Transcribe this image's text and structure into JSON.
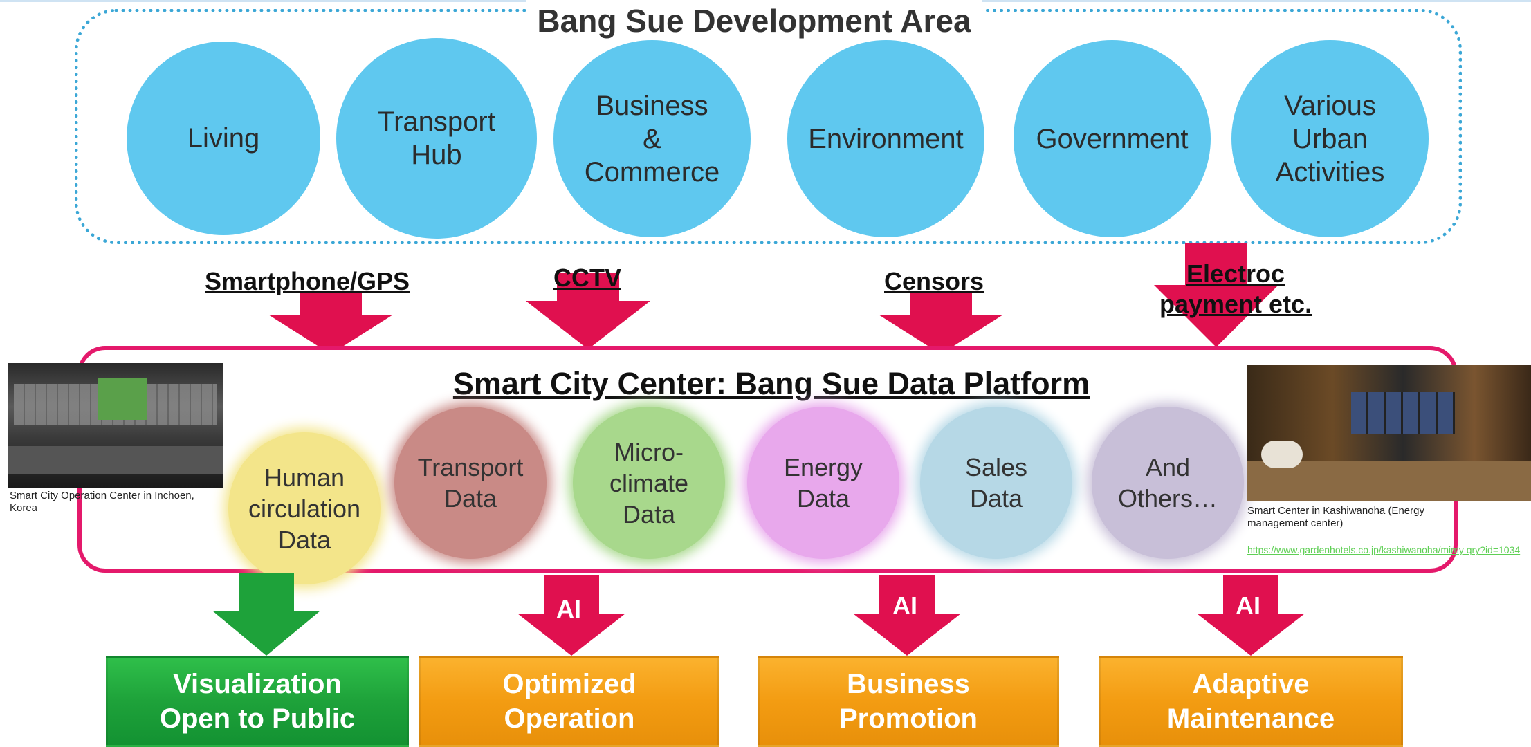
{
  "top_area": {
    "title": "Bang Sue Development Area",
    "circles": [
      {
        "label": "Living"
      },
      {
        "label": "Transport\nHub"
      },
      {
        "label": "Business\n&\nCommerce"
      },
      {
        "label": "Environment"
      },
      {
        "label": "Government"
      },
      {
        "label": "Various\nUrban\nActivities"
      }
    ],
    "circle_color": "#5fc8ef",
    "border_color": "#3ba7d6"
  },
  "sources": [
    {
      "label": "Smartphone/GPS"
    },
    {
      "label": "CCTV"
    },
    {
      "label": "Censors"
    },
    {
      "label": "Electroc\npayment etc."
    }
  ],
  "platform": {
    "title": "Smart City Center: Bang Sue Data Platform",
    "border_color": "#e4196b",
    "data_circles": [
      {
        "label": "Human\ncirculation\nData",
        "color": "#f3e58a"
      },
      {
        "label": "Transport\nData",
        "color": "#c98a86"
      },
      {
        "label": "Micro-\nclimate\nData",
        "color": "#a8d88c"
      },
      {
        "label": "Energy\nData",
        "color": "#e8a8ec"
      },
      {
        "label": "Sales\nData",
        "color": "#b6d8e6"
      },
      {
        "label": "And\nOthers…",
        "color": "#c8bfd8"
      }
    ]
  },
  "photos": {
    "left_caption": "Smart City Operation Center in Inchoen, Korea",
    "right_caption": "Smart Center in Kashiwanoha (Energy management center)",
    "right_link": "https://www.gardenhotels.co.jp/kashiwanoha/mimy qry?id=1034"
  },
  "outputs": [
    {
      "label": "Visualization\nOpen to Public",
      "connector": ""
    },
    {
      "label": "Optimized\nOperation",
      "connector": "AI"
    },
    {
      "label": "Business\nPromotion",
      "connector": "AI"
    },
    {
      "label": "Adaptive\nMaintenance",
      "connector": "AI"
    }
  ],
  "colors": {
    "arrow": "#e0104f",
    "green": "#1ea23a",
    "orange": "#f39c12"
  }
}
